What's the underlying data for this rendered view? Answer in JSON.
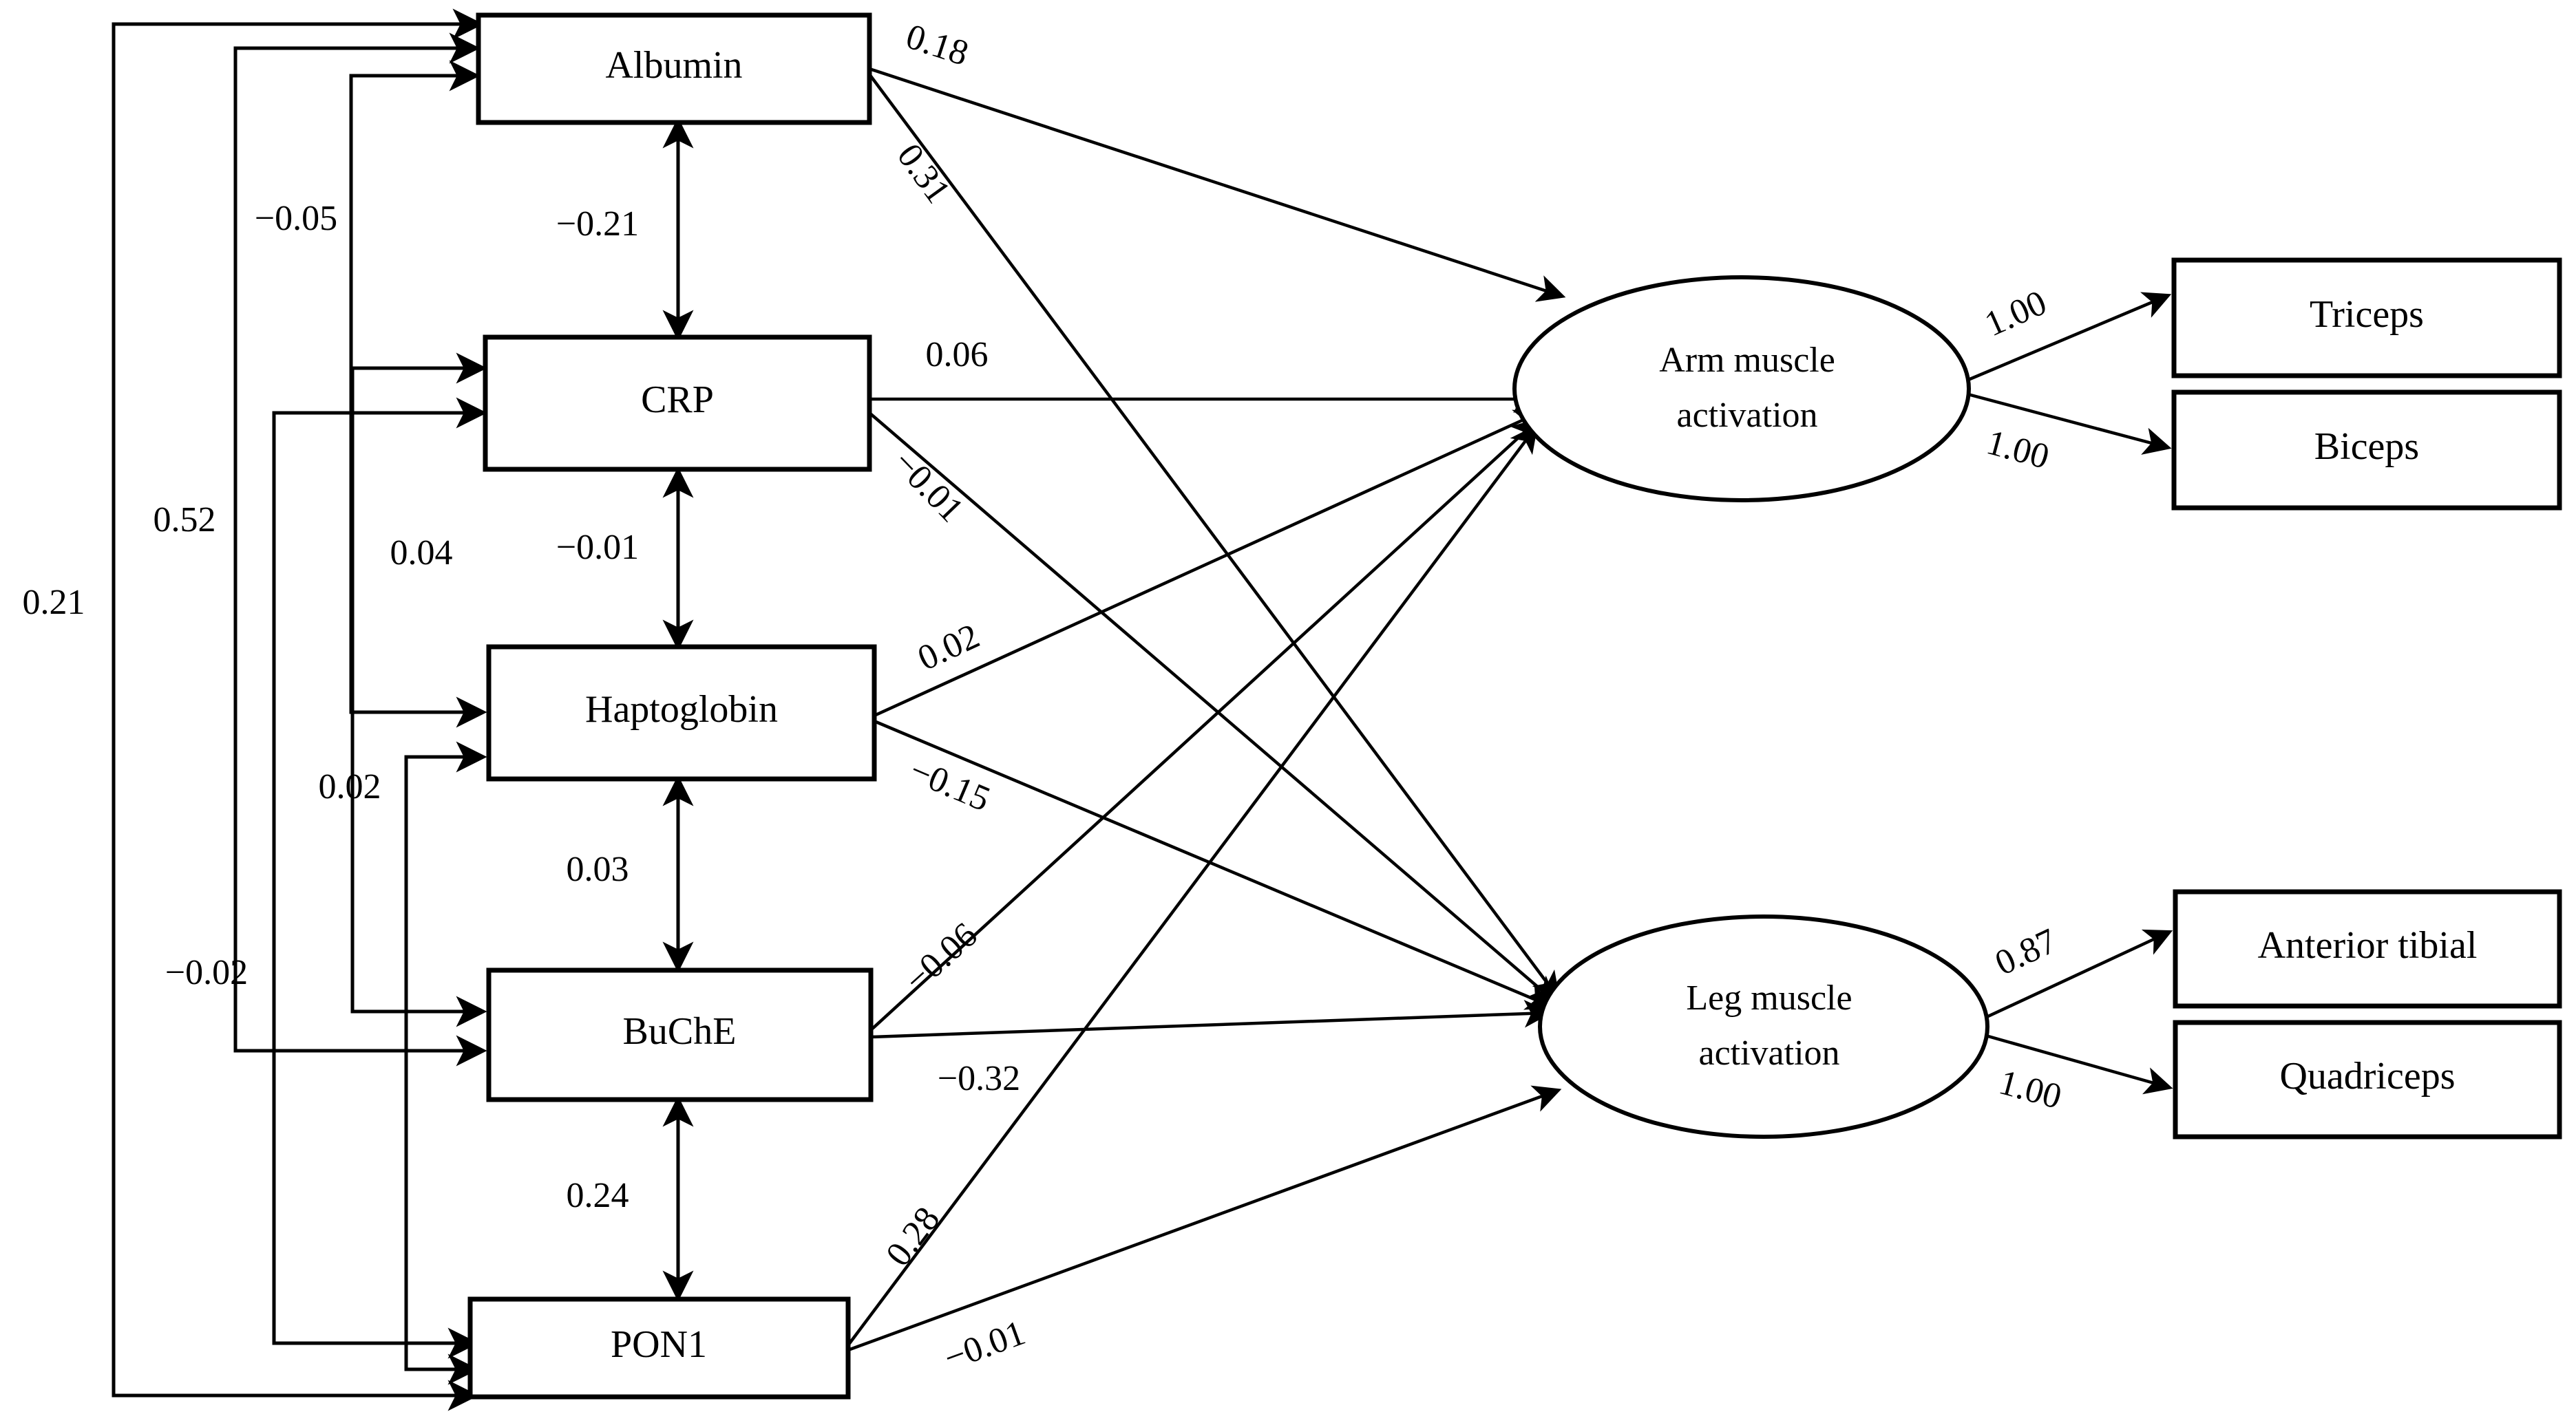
{
  "diagram": {
    "title": "Structural equation model of serum biomarkers and muscle activation",
    "type": "path-diagram",
    "background_color": "#ffffff",
    "line_color": "#000000"
  },
  "observed_predictors": [
    {
      "id": "albumin",
      "label": "Albumin"
    },
    {
      "id": "crp",
      "label": "CRP"
    },
    {
      "id": "haptoglobin",
      "label": "Haptoglobin"
    },
    {
      "id": "buche",
      "label": "BuChE"
    },
    {
      "id": "pon1",
      "label": "PON1"
    }
  ],
  "latent_factors": [
    {
      "id": "arm",
      "label_line1": "Arm muscle",
      "label_line2": "activation"
    },
    {
      "id": "leg",
      "label_line1": "Leg muscle",
      "label_line2": "activation"
    }
  ],
  "indicators": [
    {
      "id": "triceps",
      "label": "Triceps"
    },
    {
      "id": "biceps",
      "label": "Biceps"
    },
    {
      "id": "anterior_tibial",
      "label": "Anterior tibial"
    },
    {
      "id": "quadriceps",
      "label": "Quadriceps"
    }
  ],
  "structural_paths": [
    {
      "from": "albumin",
      "to": "arm",
      "coefficient": "0.18"
    },
    {
      "from": "albumin",
      "to": "leg",
      "coefficient": "0.31"
    },
    {
      "from": "crp",
      "to": "arm",
      "coefficient": "0.06"
    },
    {
      "from": "crp",
      "to": "leg",
      "coefficient": "−0.01"
    },
    {
      "from": "haptoglobin",
      "to": "arm",
      "coefficient": "0.02"
    },
    {
      "from": "haptoglobin",
      "to": "leg",
      "coefficient": "−0.15"
    },
    {
      "from": "buche",
      "to": "arm",
      "coefficient": "−0.06"
    },
    {
      "from": "buche",
      "to": "leg",
      "coefficient": "−0.32"
    },
    {
      "from": "pon1",
      "to": "arm",
      "coefficient": "0.28"
    },
    {
      "from": "pon1",
      "to": "leg",
      "coefficient": "−0.01"
    }
  ],
  "measurement_paths": [
    {
      "from": "arm",
      "to": "triceps",
      "loading": "1.00"
    },
    {
      "from": "arm",
      "to": "biceps",
      "loading": "1.00"
    },
    {
      "from": "leg",
      "to": "anterior_tibial",
      "loading": "0.87"
    },
    {
      "from": "leg",
      "to": "quadriceps",
      "loading": "1.00"
    }
  ],
  "adjacent_covariances": [
    {
      "between": [
        "albumin",
        "crp"
      ],
      "coefficient": "−0.21"
    },
    {
      "between": [
        "crp",
        "haptoglobin"
      ],
      "coefficient": "−0.01"
    },
    {
      "between": [
        "haptoglobin",
        "buche"
      ],
      "coefficient": "0.03"
    },
    {
      "between": [
        "buche",
        "pon1"
      ],
      "coefficient": "0.24"
    }
  ],
  "routed_covariances": [
    {
      "between": [
        "albumin",
        "pon1"
      ],
      "coefficient": "0.21"
    },
    {
      "between": [
        "albumin",
        "buche"
      ],
      "coefficient": "0.52"
    },
    {
      "between": [
        "albumin",
        "haptoglobin"
      ],
      "coefficient": "−0.05"
    },
    {
      "between": [
        "crp",
        "buche"
      ],
      "coefficient": "0.04"
    },
    {
      "between": [
        "crp",
        "pon1"
      ],
      "coefficient": "−0.02"
    },
    {
      "between": [
        "haptoglobin",
        "pon1"
      ],
      "coefficient": "0.02"
    }
  ],
  "labels": {
    "albumin": "Albumin",
    "crp": "CRP",
    "haptoglobin": "Haptoglobin",
    "buche": "BuChE",
    "pon1": "PON1",
    "arm_line1": "Arm muscle",
    "arm_line2": "activation",
    "leg_line1": "Leg muscle",
    "leg_line2": "activation",
    "triceps": "Triceps",
    "biceps": "Biceps",
    "anterior_tibial": "Anterior tibial",
    "quadriceps": "Quadriceps"
  },
  "coefficients": {
    "alb_arm": "0.18",
    "alb_leg": "0.31",
    "crp_arm": "0.06",
    "crp_leg": "−0.01",
    "hap_arm": "0.02",
    "hap_leg": "−0.15",
    "buc_arm": "−0.06",
    "buc_leg": "−0.32",
    "pon_arm": "0.28",
    "pon_leg": "−0.01",
    "arm_triceps": "1.00",
    "arm_biceps": "1.00",
    "leg_tibial": "0.87",
    "leg_quad": "1.00",
    "cov_alb_crp": "−0.21",
    "cov_crp_hap": "−0.01",
    "cov_hap_buc": "0.03",
    "cov_buc_pon": "0.24",
    "cov_alb_pon": "0.21",
    "cov_alb_buc": "0.52",
    "cov_alb_hap": "−0.05",
    "cov_crp_buc": "0.04",
    "cov_crp_pon": "−0.02",
    "cov_hap_pon": "0.02"
  }
}
